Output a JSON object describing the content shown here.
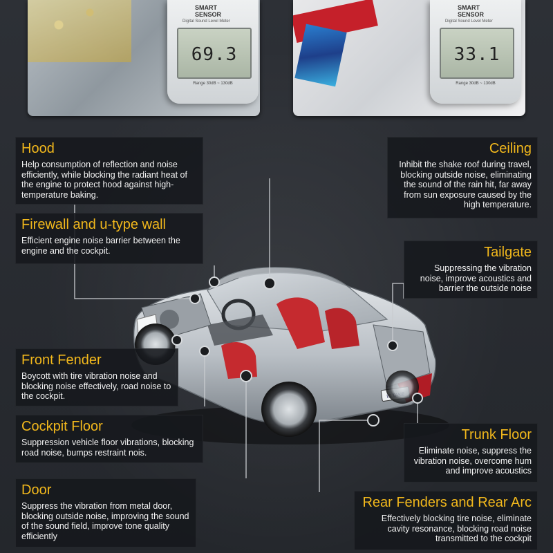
{
  "meter_left": {
    "brand_line1": "SMART",
    "brand_line2": "SENSOR",
    "subtitle": "Digital Sound Level Meter",
    "reading": "69.3",
    "range": "Range 30dB ~ 130dB"
  },
  "meter_right": {
    "brand_line1": "SMART",
    "brand_line2": "SENSOR",
    "subtitle": "Digital Sound Level Meter",
    "reading": "33.1",
    "range": "Range 30dB ~ 130dB"
  },
  "badge": "IS TAKE",
  "callouts": {
    "hood": {
      "title": "Hood",
      "text": "Help consumption of reflection and noise efficiently, while blocking the radiant heat of the engine to protect hood against high-temperature baking."
    },
    "firewall": {
      "title": "Firewall and u-type wall",
      "text": "Efficient engine noise barrier between the engine and the cockpit."
    },
    "front_fender": {
      "title": "Front Fender",
      "text": "Boycott with tire vibration noise and blocking noise effectively, road noise to the cockpit."
    },
    "cockpit_floor": {
      "title": "Cockpit Floor",
      "text": "Suppression vehicle floor vibrations, blocking road noise, bumps restraint nois."
    },
    "door": {
      "title": "Door",
      "text": "Suppress the vibration from metal door, blocking outside noise, improving the sound of the sound field, improve tone quality efficiently"
    },
    "ceiling": {
      "title": "Ceiling",
      "text": "Inhibit the shake roof during travel, blocking outside noise, eliminating the sound of the rain hit, far away from sun exposure caused by the high temperature."
    },
    "tailgate": {
      "title": "Tailgate",
      "text": "Suppressing the vibration noise, improve acoustics and barrier the outside noise"
    },
    "trunk_floor": {
      "title": "Trunk Floor",
      "text": "Eliminate noise, suppress the vibration noise, overcome hum and improve acoustics"
    },
    "rear_fenders": {
      "title": "Rear Fenders and Rear Arc",
      "text": "Effectively blocking tire noise, eliminate cavity resonance, blocking road noise transmitted to the cockpit"
    }
  },
  "colors": {
    "accent": "#f2b81c",
    "background": "#2a2d33",
    "box": "#16181c"
  }
}
